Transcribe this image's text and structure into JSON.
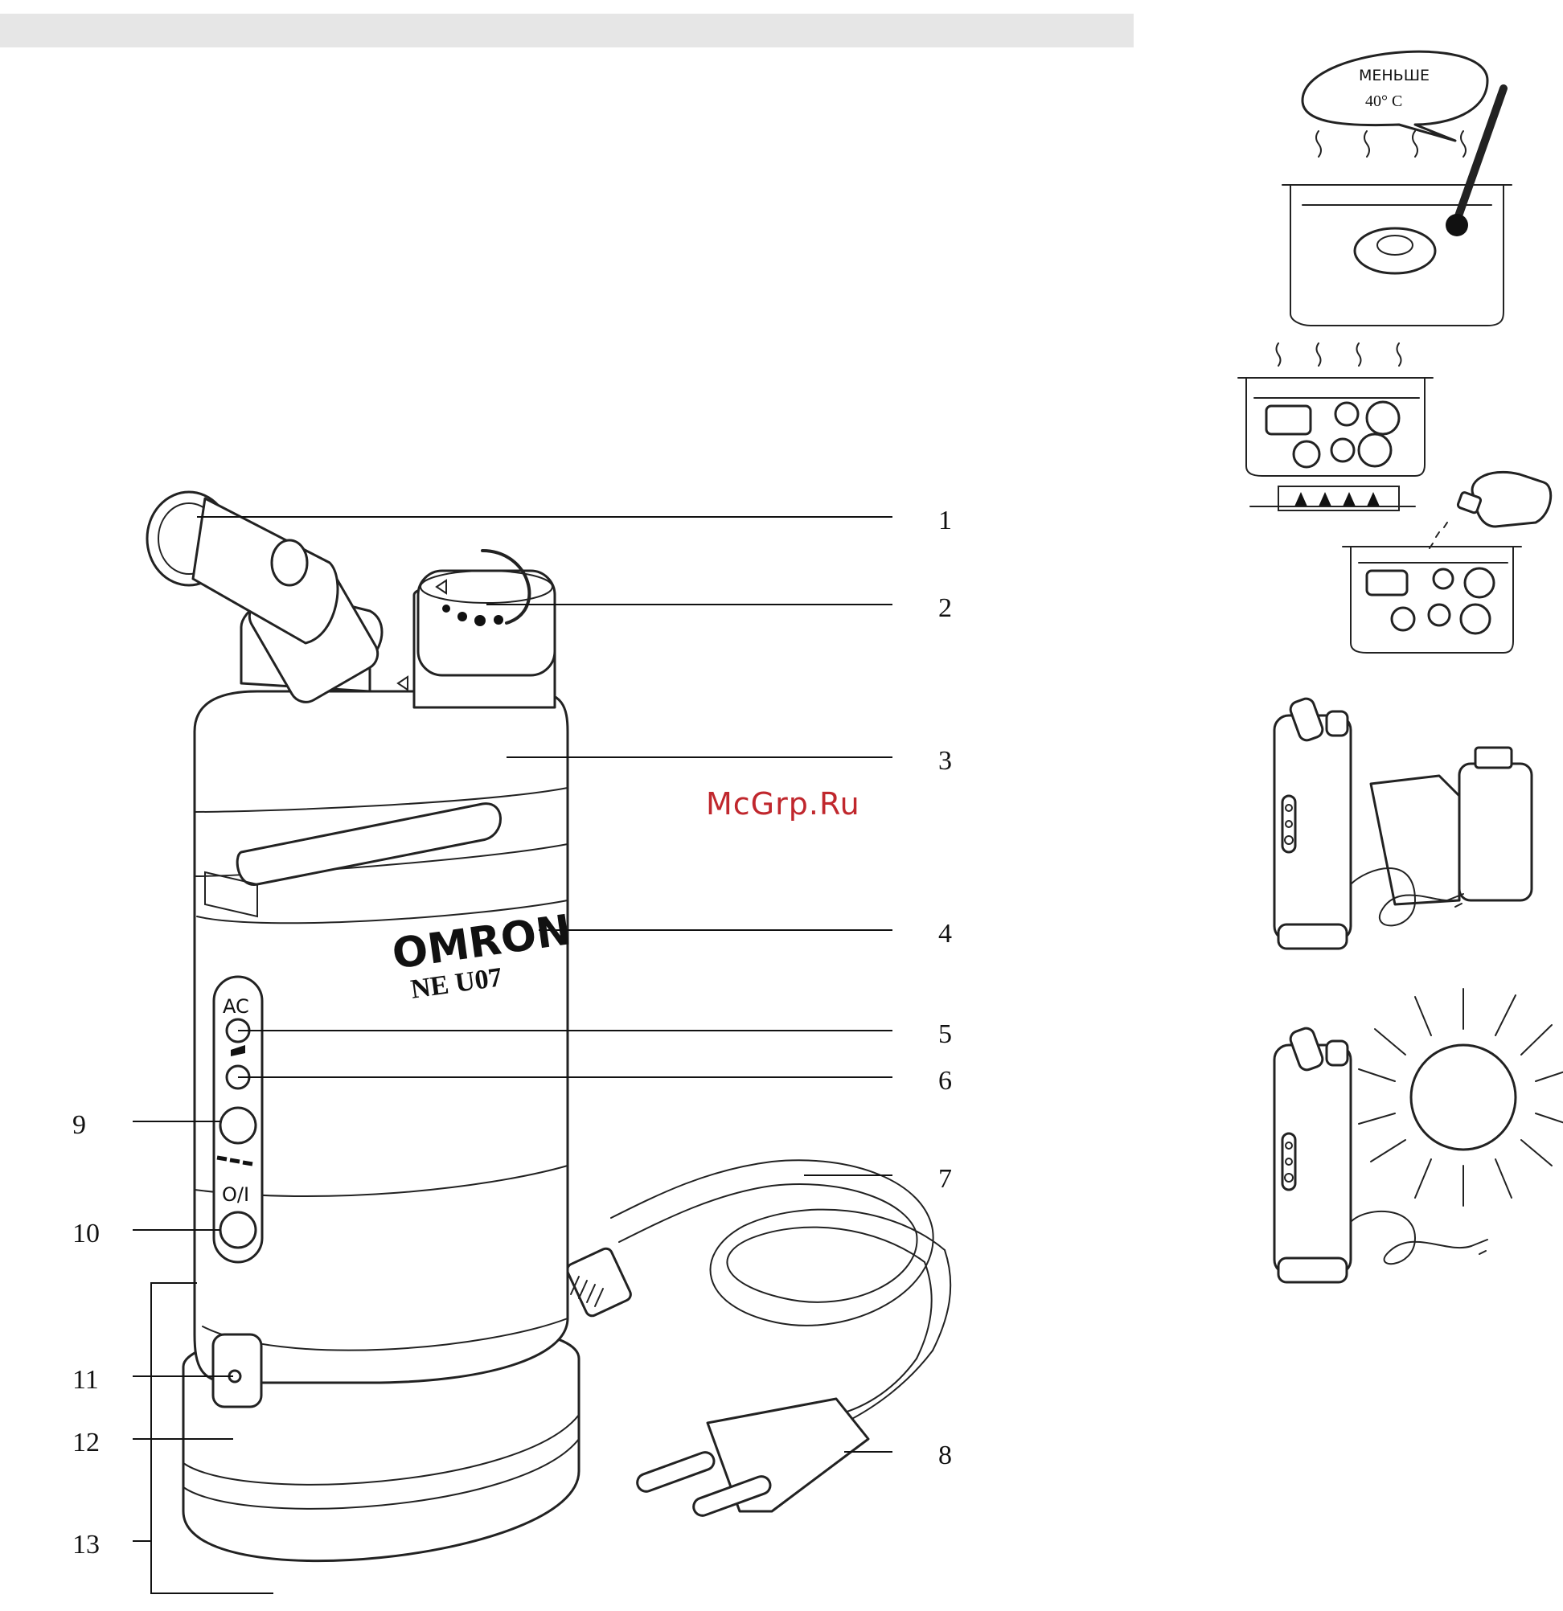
{
  "watermark": "McGrp.Ru",
  "callouts": [
    "1",
    "2",
    "3",
    "4",
    "5",
    "6",
    "7",
    "8",
    "9",
    "10",
    "11",
    "12",
    "13"
  ],
  "device": {
    "brand": "OMRON",
    "model": "NE U07",
    "ac_label": "AC",
    "power_label": "O/I"
  },
  "thermometer_bubble": {
    "line1": "МЕНЬШЕ",
    "line2": "40° C"
  },
  "icons": [
    "thermometer-bath-icon",
    "boiling-parts-icon",
    "disinfect-parts-icon",
    "storage-icon",
    "avoid-sunlight-icon"
  ]
}
